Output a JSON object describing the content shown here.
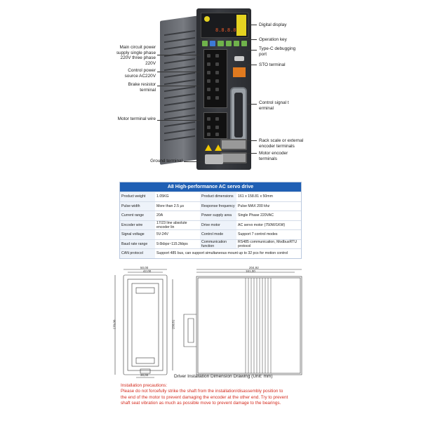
{
  "callouts": {
    "digital_display": "Digital display",
    "operation_key": "Operation key",
    "type_c": "Type-C debugging port",
    "sto": "STO terminal",
    "control_signal": "Control signal t erminal",
    "rack_scale": "Rack scale or external encoder terminals",
    "motor_encoder": "Motor encoder terminals",
    "main_circuit": "Main circuit power supply single phase 220V three phase 220V",
    "control_power": "Control power source AC220V",
    "brake_resistor": "Brake resistor terminal",
    "motor_terminal": "Motor terminal wire",
    "ground": "Ground terminal"
  },
  "device": {
    "display_text": "8.8.8.8",
    "display_color": "#e85a2a",
    "key_color": "#6fb24b",
    "sto_color": "#e07a1f"
  },
  "spec": {
    "title": "A8 High-performance AC servo drive",
    "header_color": "#1f5fb4",
    "rows": [
      {
        "l1": "Product weight",
        "v1": "1.05KG",
        "l2": "Product dimensions",
        "v2": "161 x 158.81 x 50mm"
      },
      {
        "l1": "Pulse width",
        "v1": "More than 2.5 μs",
        "l2": "Response frequency",
        "v2": "Pulse MAX 200 khz"
      },
      {
        "l1": "Current range",
        "v1": "20A",
        "l2": "Power supply area",
        "v2": "Single Phase 220VAC"
      },
      {
        "l1": "Encoder wire",
        "v1": "17/23 line absolute encoder lin",
        "l2": "Drive motor",
        "v2": "AC servo motor (750W/1KW)"
      },
      {
        "l1": "Signal voltage",
        "v1": "5V-24V",
        "l2": "Control mode",
        "v2": "Support 7 control modes"
      },
      {
        "l1": "Baud rate range",
        "v1": "9.6kbps~115.2kbps",
        "l2": "Communication function",
        "v2": "RS485 communication, ModbusRTU protocol"
      }
    ],
    "can_label": "CAN protocol",
    "can_value": "Support 485 bus, can support simultaneous mount up to 32 pcs for motion control"
  },
  "drawing": {
    "dim_front_width": "50,00",
    "dim_front_inner": "42,00",
    "dim_front_height": "170,00",
    "dim_front_inner_height": "158,81",
    "dim_front_bottom": "30,00",
    "dim_side_width": "204,92",
    "dim_side_inner": "161,00",
    "caption": "Driver Installation Dimension Drawing (Unit: mm)"
  },
  "precautions": {
    "heading": "Installation precautions:",
    "line1": "Please do not forcefully strike the shaft from the installation/disassembly position to",
    "line2": "the end of the motor to prevent damaging the encoder at the other end. Try to prevent",
    "line3": "shaft seat vibration as much as possible move to prevent damage to the bearings.",
    "color": "#d42b1e"
  }
}
